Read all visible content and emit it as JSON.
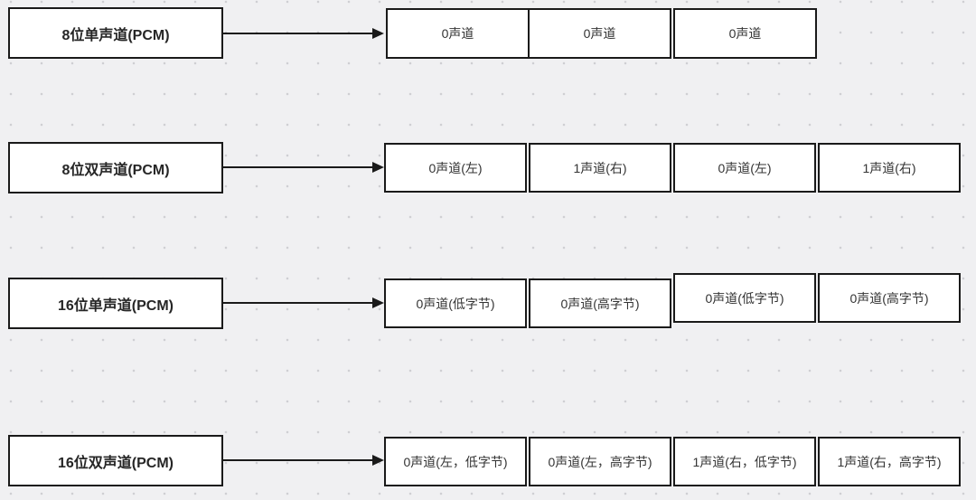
{
  "colors": {
    "canvas_background": "#f0f0f2",
    "grid_dot": "#cfcfd3",
    "box_border": "#1a1a1a",
    "box_fill": "#ffffff",
    "text": "#262626",
    "arrow": "#1a1a1a"
  },
  "rows": [
    {
      "label": "8位单声道(PCM)",
      "cells": [
        "0声道",
        "0声道",
        "0声道"
      ]
    },
    {
      "label": "8位双声道(PCM)",
      "cells": [
        "0声道(左)",
        "1声道(右)",
        "0声道(左)",
        "1声道(右)"
      ]
    },
    {
      "label": "16位单声道(PCM)",
      "cells": [
        "0声道(低字节)",
        "0声道(高字节)",
        "0声道(低字节)",
        "0声道(高字节)"
      ]
    },
    {
      "label": "16位双声道(PCM)",
      "cells": [
        "0声道(左，低字节)",
        "0声道(左，高字节)",
        "1声道(右，低字节)",
        "1声道(右，高字节)"
      ]
    }
  ]
}
